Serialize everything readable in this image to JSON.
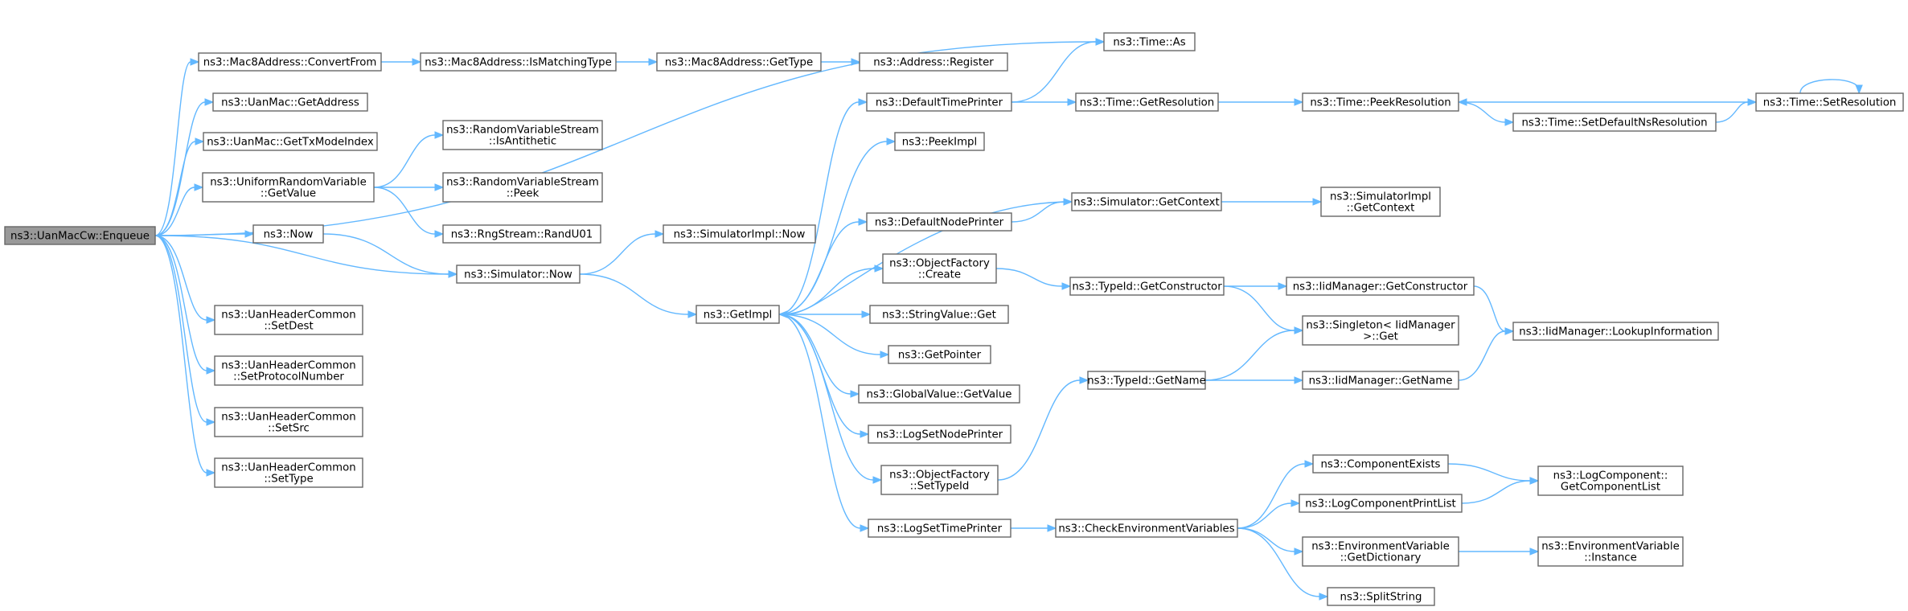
{
  "graph": {
    "nodes": [
      {
        "id": "root",
        "lines": [
          "ns3::UanMacCw::Enqueue"
        ],
        "root": true
      },
      {
        "id": "convertFrom",
        "lines": [
          "ns3::Mac8Address::ConvertFrom"
        ]
      },
      {
        "id": "getAddress",
        "lines": [
          "ns3::UanMac::GetAddress"
        ]
      },
      {
        "id": "getTxModeIndex",
        "lines": [
          "ns3::UanMac::GetTxModeIndex"
        ]
      },
      {
        "id": "urvGetValue",
        "lines": [
          "ns3::UniformRandomVariable",
          "::GetValue"
        ]
      },
      {
        "id": "now",
        "lines": [
          "ns3::Now"
        ]
      },
      {
        "id": "simNow",
        "lines": [
          "ns3::Simulator::Now"
        ]
      },
      {
        "id": "setDest",
        "lines": [
          "ns3::UanHeaderCommon",
          "::SetDest"
        ]
      },
      {
        "id": "setProtocolNumber",
        "lines": [
          "ns3::UanHeaderCommon",
          "::SetProtocolNumber"
        ]
      },
      {
        "id": "setSrc",
        "lines": [
          "ns3::UanHeaderCommon",
          "::SetSrc"
        ]
      },
      {
        "id": "setType",
        "lines": [
          "ns3::UanHeaderCommon",
          "::SetType"
        ]
      },
      {
        "id": "isMatchingType",
        "lines": [
          "ns3::Mac8Address::IsMatchingType"
        ]
      },
      {
        "id": "rvsIsAntithetic",
        "lines": [
          "ns3::RandomVariableStream",
          "::IsAntithetic"
        ]
      },
      {
        "id": "rvsPeek",
        "lines": [
          "ns3::RandomVariableStream",
          "::Peek"
        ]
      },
      {
        "id": "randU01",
        "lines": [
          "ns3::RngStream::RandU01"
        ]
      },
      {
        "id": "simImplNow",
        "lines": [
          "ns3::SimulatorImpl::Now"
        ]
      },
      {
        "id": "getImpl",
        "lines": [
          "ns3::GetImpl"
        ]
      },
      {
        "id": "macGetType",
        "lines": [
          "ns3::Mac8Address::GetType"
        ]
      },
      {
        "id": "addrRegister",
        "lines": [
          "ns3::Address::Register"
        ]
      },
      {
        "id": "timeAs",
        "lines": [
          "ns3::Time::As"
        ]
      },
      {
        "id": "defaultTimePrinter",
        "lines": [
          "ns3::DefaultTimePrinter"
        ]
      },
      {
        "id": "peekImpl",
        "lines": [
          "ns3::PeekImpl"
        ]
      },
      {
        "id": "defaultNodePrinter",
        "lines": [
          "ns3::DefaultNodePrinter"
        ]
      },
      {
        "id": "ofCreate",
        "lines": [
          "ns3::ObjectFactory",
          "::Create"
        ]
      },
      {
        "id": "stringValueGet",
        "lines": [
          "ns3::StringValue::Get"
        ]
      },
      {
        "id": "getPointer",
        "lines": [
          "ns3::GetPointer"
        ]
      },
      {
        "id": "gvGetValue",
        "lines": [
          "ns3::GlobalValue::GetValue"
        ]
      },
      {
        "id": "logSetNodePrinter",
        "lines": [
          "ns3::LogSetNodePrinter"
        ]
      },
      {
        "id": "ofSetTypeId",
        "lines": [
          "ns3::ObjectFactory",
          "::SetTypeId"
        ]
      },
      {
        "id": "logSetTimePrinter",
        "lines": [
          "ns3::LogSetTimePrinter"
        ]
      },
      {
        "id": "timeGetResolution",
        "lines": [
          "ns3::Time::GetResolution"
        ]
      },
      {
        "id": "simGetContext",
        "lines": [
          "ns3::Simulator::GetContext"
        ]
      },
      {
        "id": "typeIdGetConstructor",
        "lines": [
          "ns3::TypeId::GetConstructor"
        ]
      },
      {
        "id": "typeIdGetName",
        "lines": [
          "ns3::TypeId::GetName"
        ]
      },
      {
        "id": "checkEnvVars",
        "lines": [
          "ns3::CheckEnvironmentVariables"
        ]
      },
      {
        "id": "timePeekResolution",
        "lines": [
          "ns3::Time::PeekResolution"
        ]
      },
      {
        "id": "simImplGetContext",
        "lines": [
          "ns3::SimulatorImpl",
          "::GetContext"
        ]
      },
      {
        "id": "iidGetConstructor",
        "lines": [
          "ns3::IidManager::GetConstructor"
        ]
      },
      {
        "id": "singletonGet",
        "lines": [
          "ns3::Singleton< IidManager",
          " >::Get"
        ]
      },
      {
        "id": "iidGetName",
        "lines": [
          "ns3::IidManager::GetName"
        ]
      },
      {
        "id": "componentExists",
        "lines": [
          "ns3::ComponentExists"
        ]
      },
      {
        "id": "logComponentPrintList",
        "lines": [
          "ns3::LogComponentPrintList"
        ]
      },
      {
        "id": "envVarGetDictionary",
        "lines": [
          "ns3::EnvironmentVariable",
          "::GetDictionary"
        ]
      },
      {
        "id": "splitString",
        "lines": [
          "ns3::SplitString"
        ]
      },
      {
        "id": "setDefaultNsResolution",
        "lines": [
          "ns3::Time::SetDefaultNsResolution"
        ]
      },
      {
        "id": "iidLookupInformation",
        "lines": [
          "ns3::IidManager::LookupInformation"
        ]
      },
      {
        "id": "logComponentGetList",
        "lines": [
          "ns3::LogComponent::",
          "GetComponentList"
        ]
      },
      {
        "id": "envVarInstance",
        "lines": [
          "ns3::EnvironmentVariable",
          "::Instance"
        ]
      },
      {
        "id": "timeSetResolution",
        "lines": [
          "ns3::Time::SetResolution"
        ]
      }
    ],
    "edges": [
      [
        "root",
        "convertFrom"
      ],
      [
        "root",
        "getAddress"
      ],
      [
        "root",
        "getTxModeIndex"
      ],
      [
        "root",
        "urvGetValue"
      ],
      [
        "root",
        "now"
      ],
      [
        "root",
        "simNow"
      ],
      [
        "root",
        "setDest"
      ],
      [
        "root",
        "setProtocolNumber"
      ],
      [
        "root",
        "setSrc"
      ],
      [
        "root",
        "setType"
      ],
      [
        "root",
        "timeAs"
      ],
      [
        "convertFrom",
        "isMatchingType"
      ],
      [
        "isMatchingType",
        "macGetType"
      ],
      [
        "macGetType",
        "addrRegister"
      ],
      [
        "urvGetValue",
        "rvsIsAntithetic"
      ],
      [
        "urvGetValue",
        "rvsPeek"
      ],
      [
        "urvGetValue",
        "randU01"
      ],
      [
        "now",
        "simNow"
      ],
      [
        "simNow",
        "simImplNow"
      ],
      [
        "simNow",
        "getImpl"
      ],
      [
        "getImpl",
        "defaultTimePrinter"
      ],
      [
        "getImpl",
        "peekImpl"
      ],
      [
        "getImpl",
        "defaultNodePrinter"
      ],
      [
        "getImpl",
        "ofCreate"
      ],
      [
        "getImpl",
        "stringValueGet"
      ],
      [
        "getImpl",
        "getPointer"
      ],
      [
        "getImpl",
        "gvGetValue"
      ],
      [
        "getImpl",
        "logSetNodePrinter"
      ],
      [
        "getImpl",
        "ofSetTypeId"
      ],
      [
        "getImpl",
        "logSetTimePrinter"
      ],
      [
        "defaultTimePrinter",
        "timeAs"
      ],
      [
        "defaultTimePrinter",
        "timeGetResolution"
      ],
      [
        "timeGetResolution",
        "timePeekResolution"
      ],
      [
        "timePeekResolution",
        "setDefaultNsResolution"
      ],
      [
        "setDefaultNsResolution",
        "timeSetResolution"
      ],
      [
        "timeSetResolution",
        "timePeekResolution"
      ],
      [
        "timeSetResolution",
        "timeSetResolution"
      ],
      [
        "defaultNodePrinter",
        "simGetContext"
      ],
      [
        "simGetContext",
        "simImplGetContext"
      ],
      [
        "simGetContext",
        "getImpl"
      ],
      [
        "ofCreate",
        "typeIdGetConstructor"
      ],
      [
        "typeIdGetConstructor",
        "iidGetConstructor"
      ],
      [
        "typeIdGetConstructor",
        "singletonGet"
      ],
      [
        "iidGetConstructor",
        "iidLookupInformation"
      ],
      [
        "ofSetTypeId",
        "typeIdGetName"
      ],
      [
        "typeIdGetName",
        "singletonGet"
      ],
      [
        "typeIdGetName",
        "iidGetName"
      ],
      [
        "iidGetName",
        "iidLookupInformation"
      ],
      [
        "logSetTimePrinter",
        "checkEnvVars"
      ],
      [
        "checkEnvVars",
        "componentExists"
      ],
      [
        "checkEnvVars",
        "logComponentPrintList"
      ],
      [
        "checkEnvVars",
        "envVarGetDictionary"
      ],
      [
        "checkEnvVars",
        "splitString"
      ],
      [
        "componentExists",
        "logComponentGetList"
      ],
      [
        "logComponentPrintList",
        "logComponentGetList"
      ],
      [
        "envVarGetDictionary",
        "envVarInstance"
      ]
    ]
  }
}
